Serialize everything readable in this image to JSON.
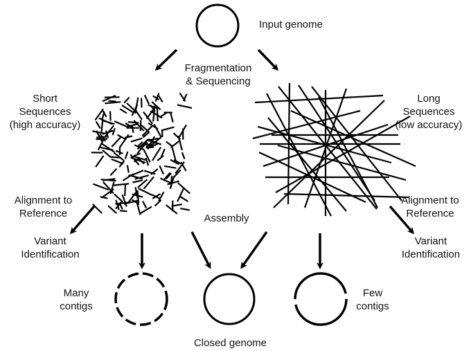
{
  "labels": {
    "input_genome": "Input genome",
    "fragmentation": "Fragmentation\n& Sequencing",
    "short_sequences": "Short\nSequences\n(high accuracy)",
    "long_sequences": "Long\nSequences\n(low accuracy)",
    "alignment_left": "Alignment to\nReference",
    "alignment_right": "Alignment to\nReference",
    "variant_left": "Variant\nIdentification",
    "variant_right": "Variant\nIdentification",
    "assembly": "Assembly",
    "many_contigs": "Many\ncontigs",
    "few_contigs": "Few\ncontigs",
    "closed_genome": "Closed genome"
  },
  "colors": {
    "stroke": "#000000",
    "text": "#111111"
  }
}
